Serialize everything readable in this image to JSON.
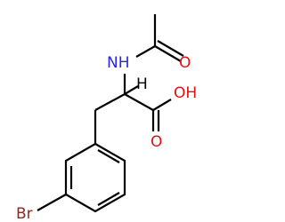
{
  "molecule": {
    "atoms": {
      "amide_nitrogen": "NH",
      "carbonyl_oxygen_acetyl": "O",
      "hydroxyl": "OH",
      "carbonyl_oxygen_acid": "O",
      "bromine": "Br",
      "alpha_hydrogen": "H"
    }
  },
  "colors": {
    "bond": "#000000",
    "nitrogen": "#2a27e0",
    "oxygen": "#e01010",
    "bromine": "#8b2a1e",
    "carbon_hydrogen": "#000000"
  }
}
